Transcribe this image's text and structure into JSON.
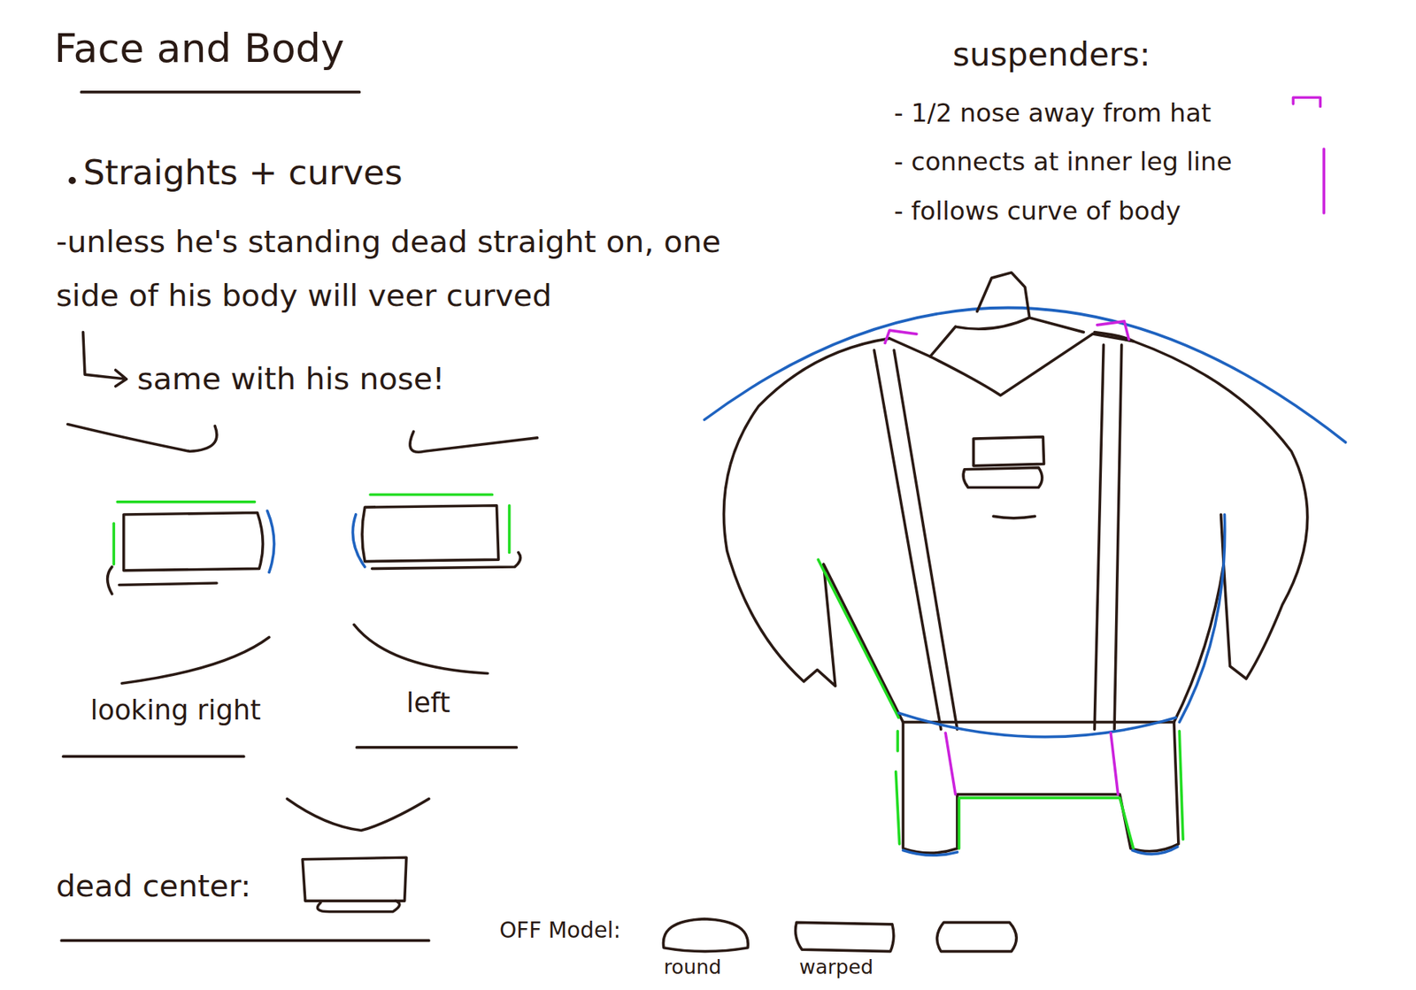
{
  "diagram": {
    "title": "Face and Body",
    "labels": [
      "Straights + curves",
      "-unless he's standing dead straight on, one side of his body will veer curved",
      "same with his nose!",
      "suspenders:",
      "- 1/2 nose away from hat",
      "- connects at inner leg line",
      "- follows curve of body",
      "looking right",
      "left",
      "dead center:",
      "OFF Model:",
      "round",
      "warped"
    ]
  }
}
